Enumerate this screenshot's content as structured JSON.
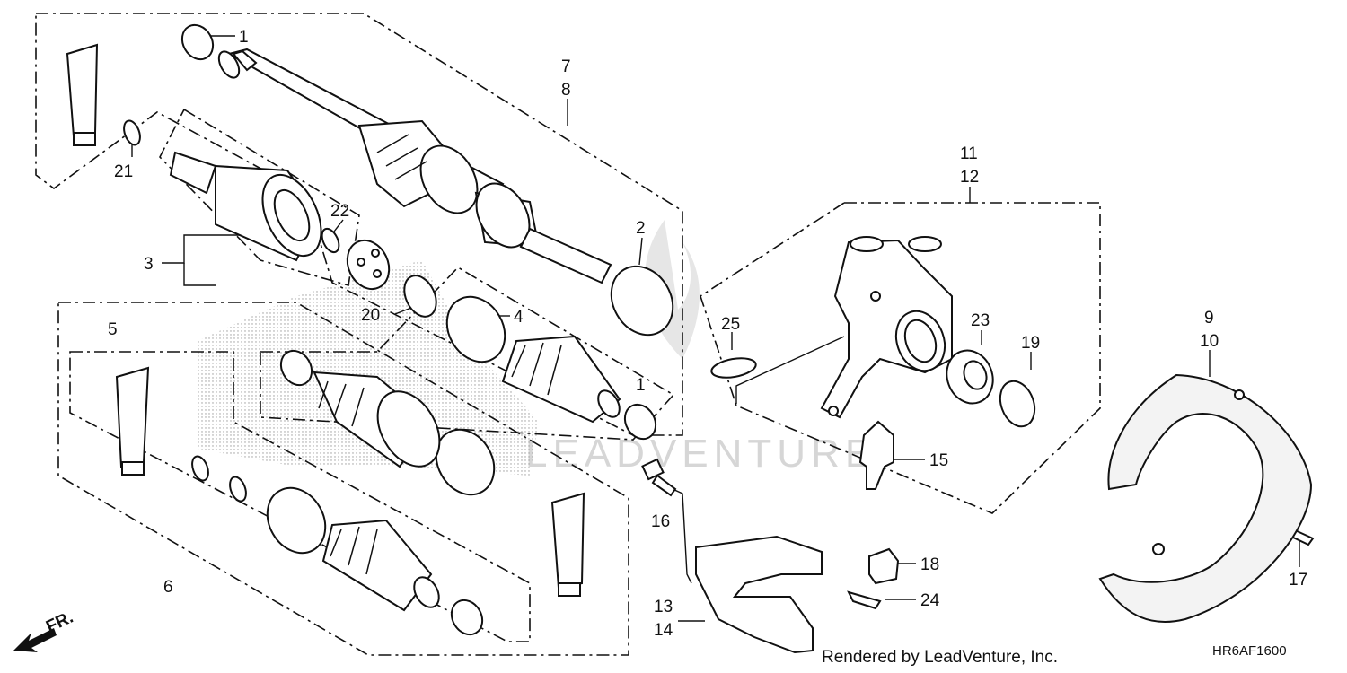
{
  "callouts": {
    "c1a": "1",
    "c1b": "1",
    "c2": "2",
    "c3": "3",
    "c4": "4",
    "c5": "5",
    "c6": "6",
    "c7": "7",
    "c8": "8",
    "c9": "9",
    "c10": "10",
    "c11": "11",
    "c12": "12",
    "c13": "13",
    "c14": "14",
    "c15": "15",
    "c16": "16",
    "c17": "17",
    "c18": "18",
    "c19": "19",
    "c20": "20",
    "c21": "21",
    "c22": "22",
    "c23": "23",
    "c24": "24",
    "c25": "25"
  },
  "watermark": "LEADVENTURE",
  "footer": {
    "rendered_by": "Rendered by LeadVenture, Inc.",
    "diagram_code": "HR6AF1600"
  },
  "direction_arrow": {
    "label": "FR."
  }
}
